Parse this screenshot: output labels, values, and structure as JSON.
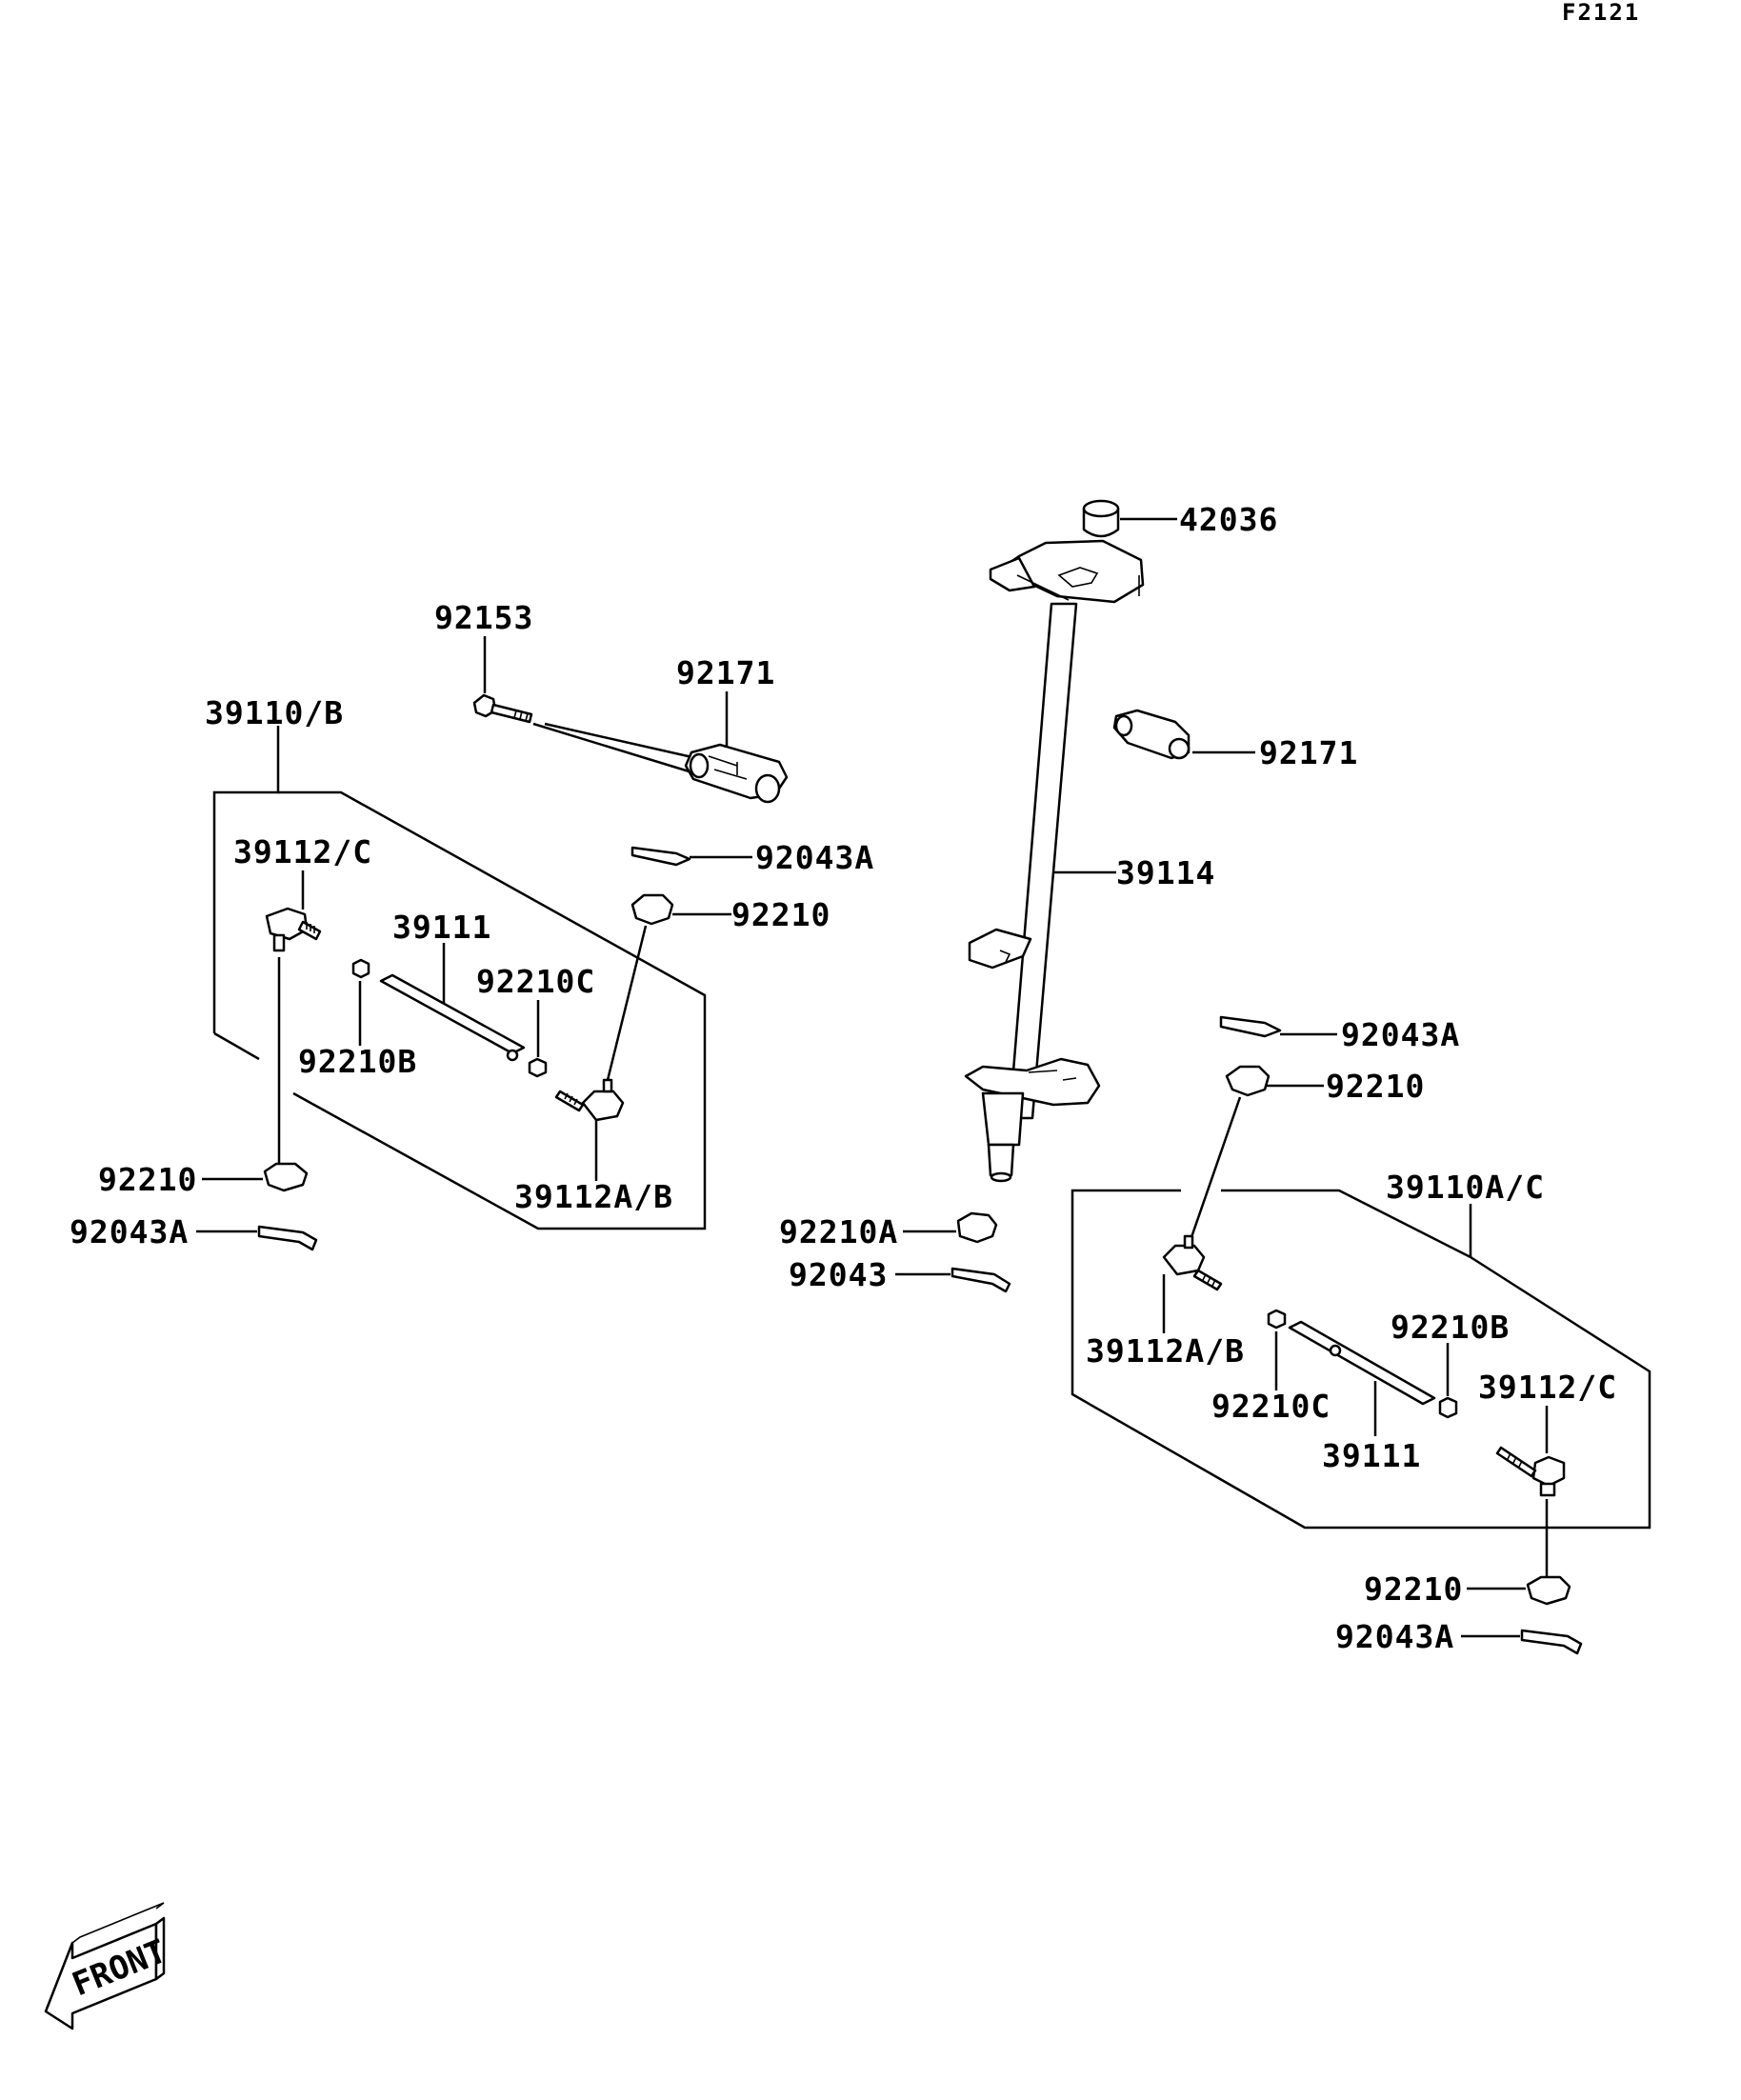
{
  "diagram_code": "F2121",
  "front_label": "FRONT",
  "labels": {
    "p42036": "42036",
    "p92153": "92153",
    "p92171_top": "92171",
    "p92171_right": "92171",
    "p39110B": "39110/B",
    "p39112C_left": "39112/C",
    "p92043A_left_top": "92043A",
    "p92210_left_top": "92210",
    "p39111_left": "39111",
    "p92210C_left": "92210C",
    "p92210B_left": "92210B",
    "p92210_left_bottom": "92210",
    "p92043A_left_bottom": "92043A",
    "p39112AB_left": "39112A/B",
    "p39114": "39114",
    "p92043A_right_top": "92043A",
    "p92210_right_top": "92210",
    "p39110AC": "39110A/C",
    "p92210A": "92210A",
    "p92043": "92043",
    "p92210B_right": "92210B",
    "p39112AB_right": "39112A/B",
    "p39112C_right": "39112/C",
    "p92210C_right": "92210C",
    "p39111_right": "39111",
    "p92210_right_bottom": "92210",
    "p92043A_right_bottom": "92043A"
  }
}
